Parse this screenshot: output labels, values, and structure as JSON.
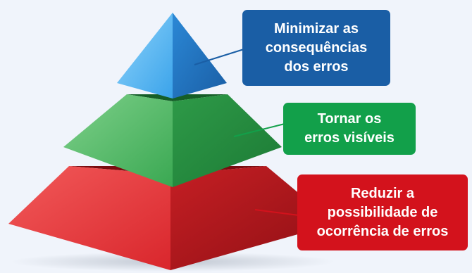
{
  "diagram": {
    "tiers": [
      {
        "id": "top",
        "label_lines": [
          "Minimizar as",
          "consequências",
          "dos erros"
        ],
        "box_color": "#1a5ea5",
        "tier_color": "#2f8fe0"
      },
      {
        "id": "middle",
        "label_lines": [
          "Tornar os",
          "erros visíveis"
        ],
        "box_color": "#12a04a",
        "tier_color": "#34a853"
      },
      {
        "id": "bottom",
        "label_lines": [
          "Reduzir a",
          "possibilidade de",
          "ocorrência de erros"
        ],
        "box_color": "#d3121c",
        "tier_color": "#d9262c"
      }
    ],
    "background_color": "#f0f4fb"
  }
}
